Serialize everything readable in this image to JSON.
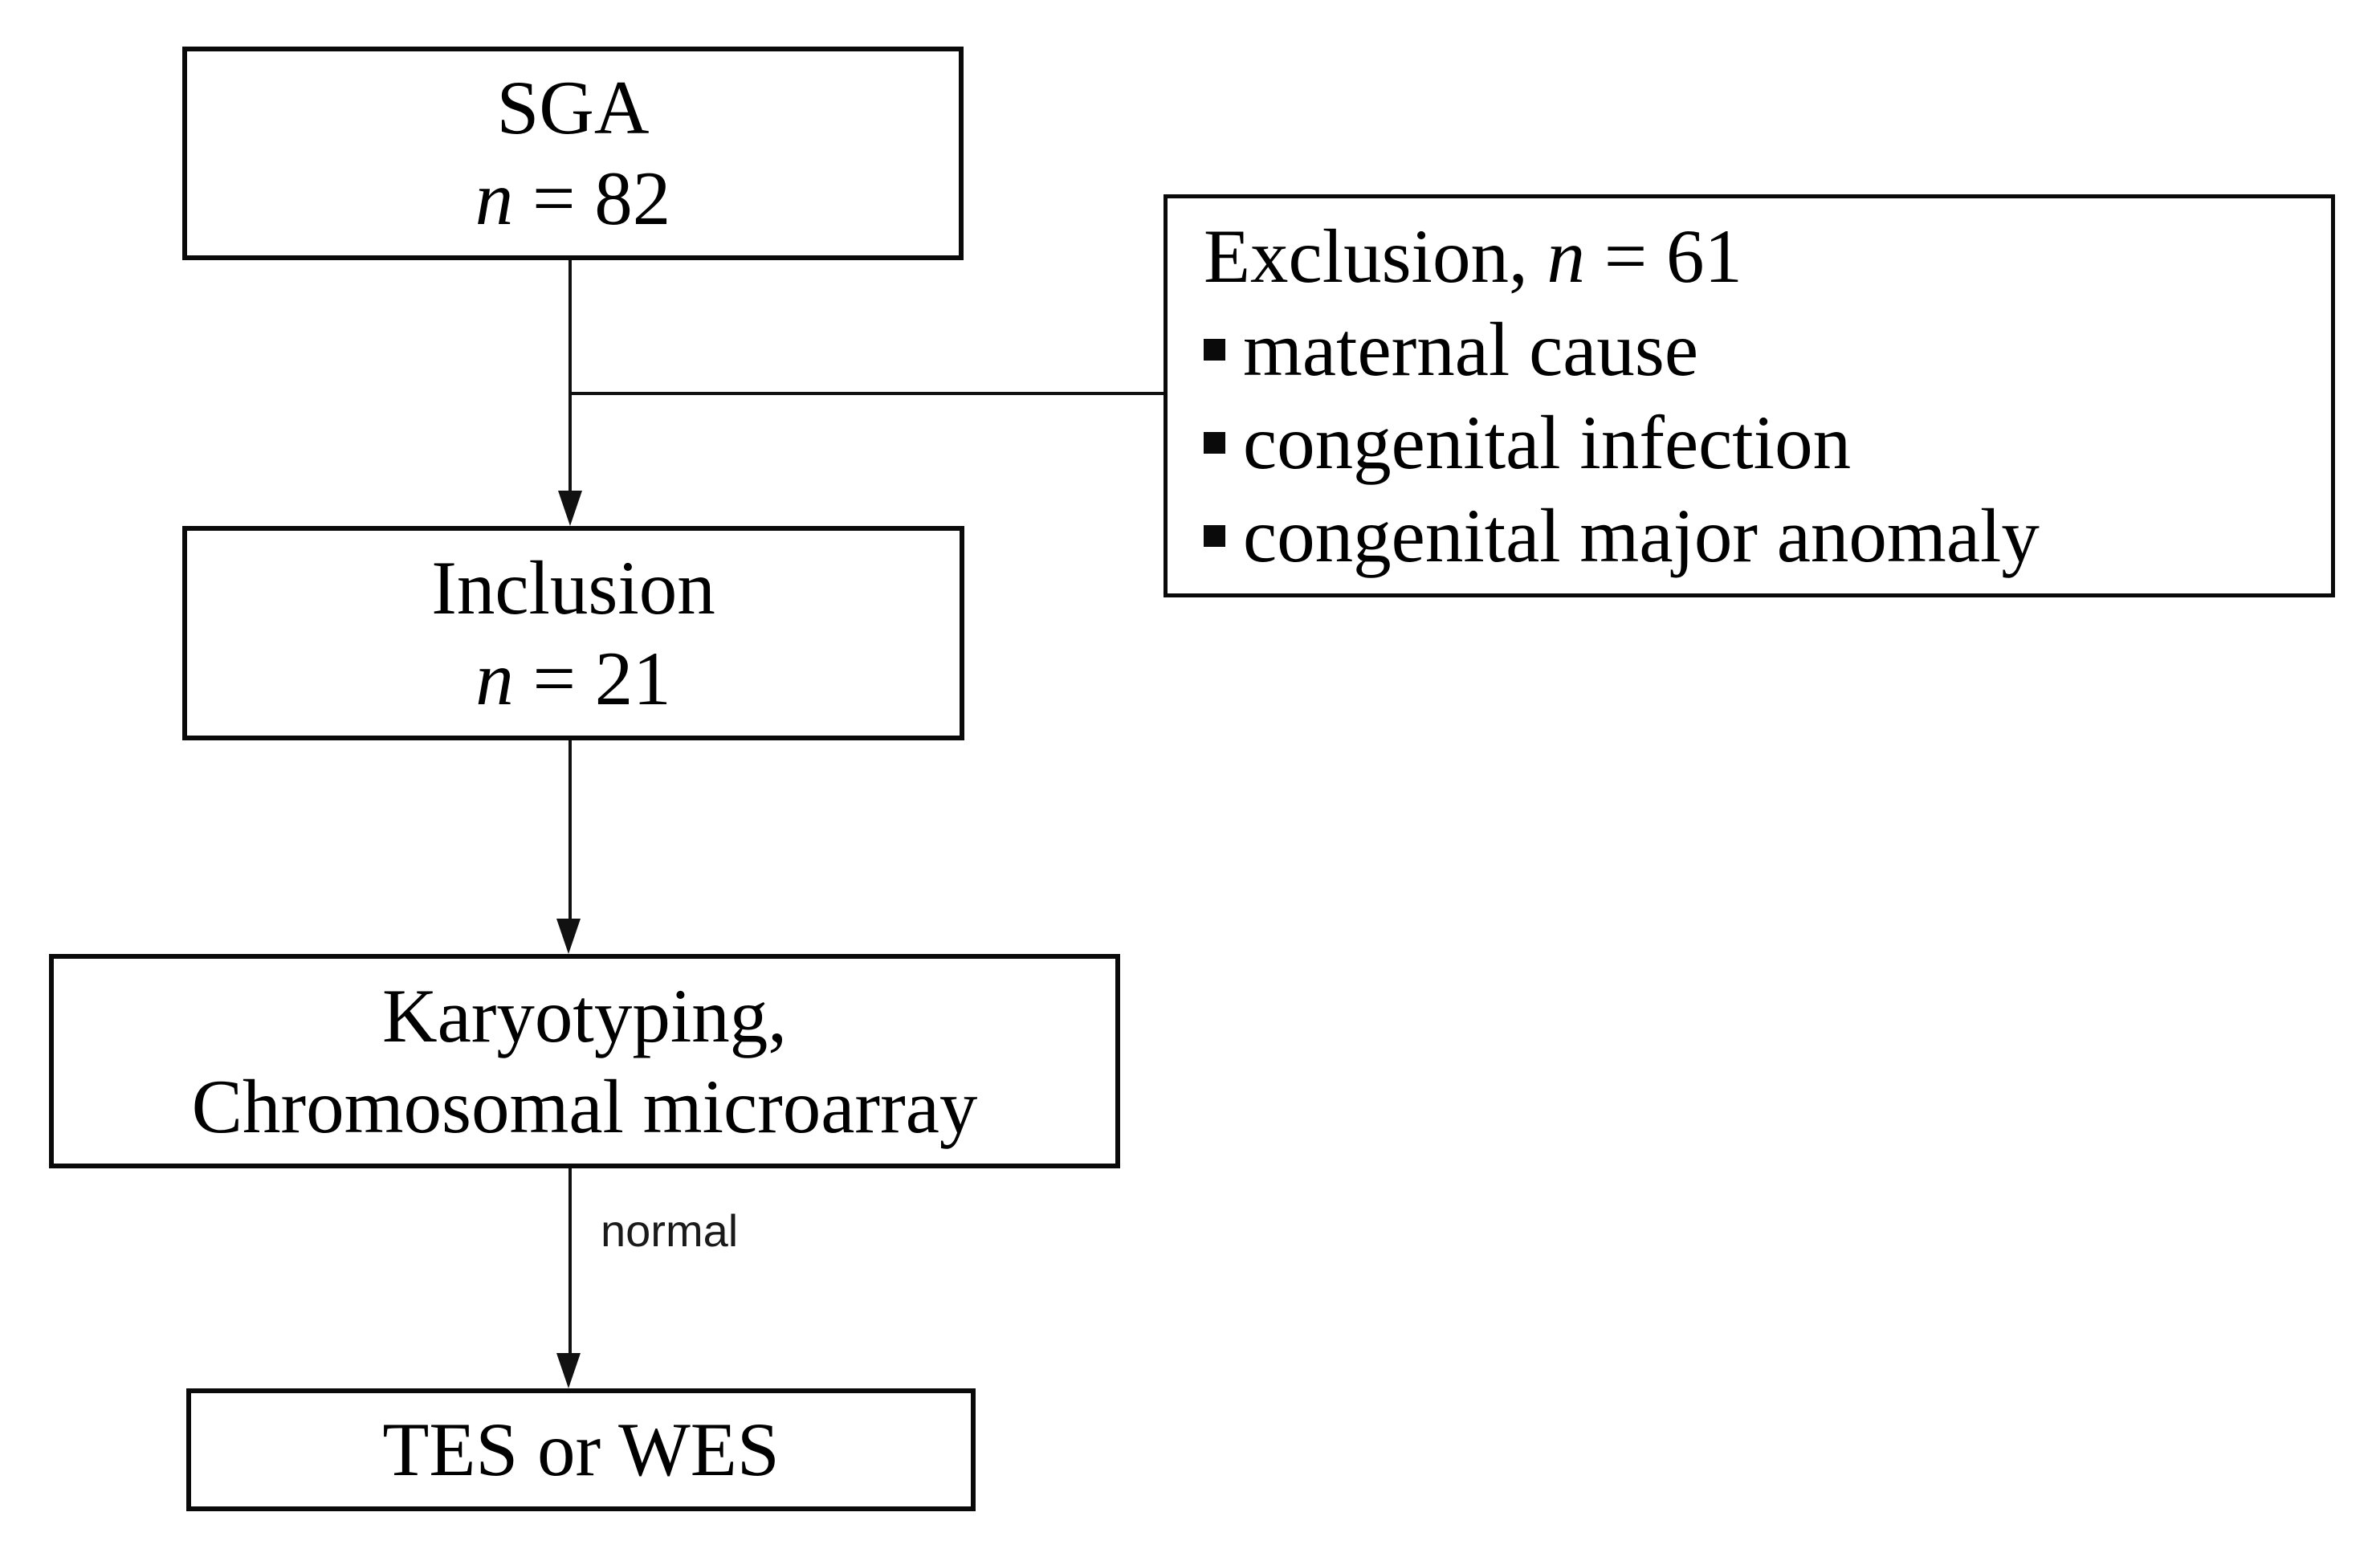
{
  "nodes": {
    "sga": {
      "title": "SGA",
      "n_symbol": "n",
      "n_rest": " = 82"
    },
    "inclusion": {
      "title": "Inclusion",
      "n_symbol": "n",
      "n_rest": " = 21"
    },
    "exclusion": {
      "title_prefix": "Exclusion, ",
      "n_symbol": "n",
      "n_rest": " = 61",
      "bullet_icon": "black-square",
      "items": [
        "maternal cause",
        "congenital infection",
        "congenital major anomaly"
      ]
    },
    "karyotyping": {
      "line1": "Karyotyping,",
      "line2": "Chromosomal microarray"
    },
    "tes": {
      "title": "TES or WES"
    }
  },
  "edges": {
    "sga_to_inclusion": "",
    "sga_to_exclusion": "",
    "inclusion_to_karyotyping": "",
    "karyotyping_to_tes_label": "normal"
  },
  "colors": {
    "stroke": "#111111",
    "text": "#000000",
    "background": "#ffffff"
  }
}
